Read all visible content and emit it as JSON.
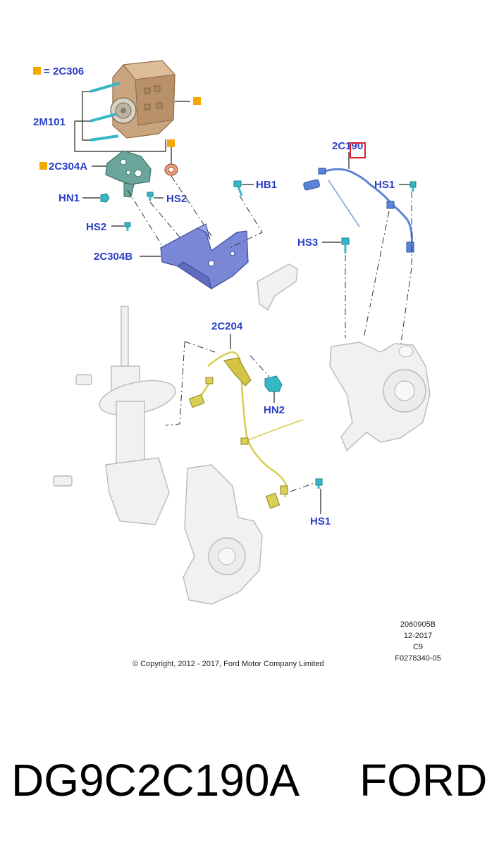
{
  "labels": {
    "legend_code": "2C306",
    "legend_eq": "=",
    "bolt_2m101": "2M101",
    "bracket_2c304a": "2C304A",
    "hn1": "HN1",
    "hs2_a": "HS2",
    "hs2_b": "HS2",
    "bracket_2c304b": "2C304B",
    "hb1": "HB1",
    "sensor_2c190": "2C190",
    "hs1_a": "HS1",
    "hs3": "HS3",
    "sensor_2c204": "2C204",
    "hn2": "HN2",
    "hs1_b": "HS1"
  },
  "meta": {
    "line1": "2060905B",
    "line2": "12-2017",
    "line3": "C9",
    "line4": "F0278340-05",
    "copyright": "© Copyright, 2012 - 2017, Ford Motor Company Limited"
  },
  "footer": {
    "part_number": "DG9C2C190A",
    "brand": "FORD"
  },
  "colors": {
    "label_blue": "#2b3fc6",
    "legend_marker": "#f5a800",
    "highlight_box": "#e0202a",
    "abs_module": "#c9a57f",
    "bracket_a": "#6aa69b",
    "bracket_b": "#7a86d6",
    "sensor_front": "#5b84d8",
    "sensor_rear": "#d8cf54",
    "fastener": "#34b7c6"
  },
  "icons": [
    "abs-module-icon",
    "bracket-icon",
    "sensor-harness-icon",
    "strut-icon",
    "knuckle-icon",
    "bolt-icon",
    "nut-icon"
  ]
}
